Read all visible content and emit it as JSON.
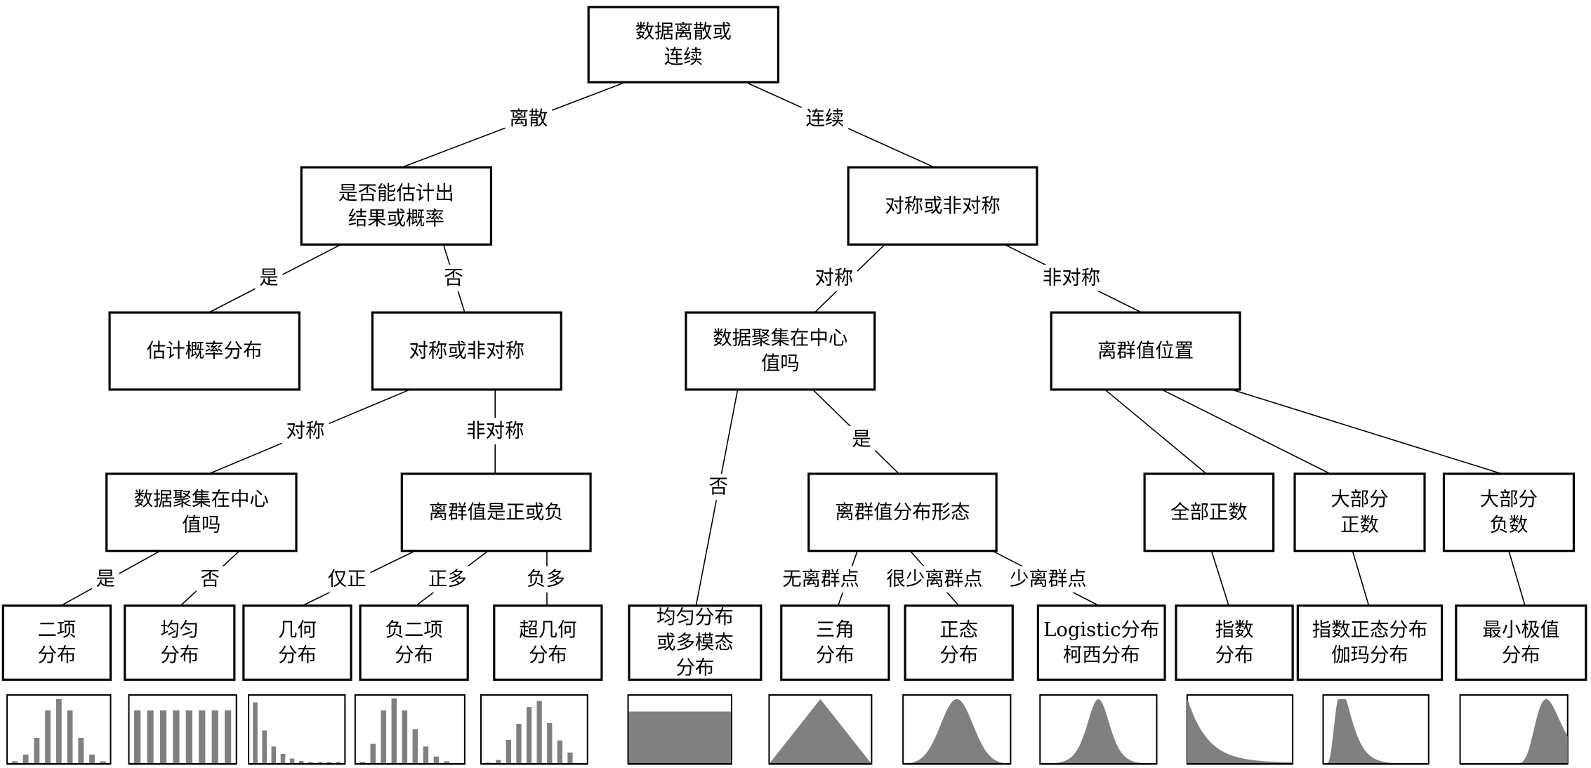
{
  "title": "数据分布类型选择决策树",
  "colors": {
    "line": "#000000",
    "fill": "#808080",
    "background": "#ffffff"
  },
  "nodes": {
    "root": [
      "数据离散或",
      "连续"
    ],
    "discrete_q": [
      "是否能估计出",
      "结果或概率"
    ],
    "cont_sym": [
      "对称或非对称"
    ],
    "est_prob": [
      "估计概率分布"
    ],
    "disc_sym": [
      "对称或非对称"
    ],
    "cont_center": [
      "数据聚集在中心",
      "值吗"
    ],
    "outlier_pos": [
      "离群值位置"
    ],
    "disc_center": [
      "数据聚集在中心",
      "值吗"
    ],
    "outlier_sign": [
      "离群值是正或负"
    ],
    "outlier_shape": [
      "离群值分布形态"
    ],
    "all_pos": [
      "全部正数"
    ],
    "most_pos": [
      "大部分",
      "正数"
    ],
    "most_neg": [
      "大部分",
      "负数"
    ],
    "binomial": [
      "二项",
      "分布"
    ],
    "uniform_d": [
      "均匀",
      "分布"
    ],
    "geometric": [
      "几何",
      "分布"
    ],
    "neg_binomial": [
      "负二项",
      "分布"
    ],
    "hypergeom": [
      "超几何",
      "分布"
    ],
    "uniform_multi": [
      "均匀分布",
      "或多模态",
      "分布"
    ],
    "triangular": [
      "三角",
      "分布"
    ],
    "normal": [
      "正态",
      "分布"
    ],
    "logistic": [
      "Logistic分布",
      "柯西分布"
    ],
    "exponential": [
      "指数",
      "分布"
    ],
    "lognormal": [
      "指数正态分布",
      "伽玛分布"
    ],
    "minextreme": [
      "最小极值",
      "分布"
    ]
  },
  "edges": {
    "discrete": "离散",
    "continuous": "连续",
    "yes1": "是",
    "no1": "否",
    "sym1": "对称",
    "asym1": "非对称",
    "sym2": "对称",
    "asym2": "非对称",
    "yes2": "是",
    "no2": "否",
    "only_pos": "仅正",
    "more_pos": "正多",
    "more_neg": "负多",
    "no3": "否",
    "yes3": "是",
    "no_outliers": "无离群点",
    "very_few_outliers": "很少离群点",
    "few_outliers": "少离群点"
  },
  "thumbnails": {
    "binomial": {
      "type": "bars",
      "values": [
        0.04,
        0.14,
        0.39,
        0.8,
        0.97,
        0.8,
        0.39,
        0.14,
        0.04
      ]
    },
    "uniform_d": {
      "type": "bars",
      "values": [
        0.8,
        0.8,
        0.8,
        0.8,
        0.8,
        0.8,
        0.8,
        0.8
      ]
    },
    "geometric": {
      "type": "bars",
      "values": [
        0.92,
        0.5,
        0.26,
        0.15,
        0.08,
        0.045,
        0.03,
        0.03,
        0.03,
        0.03
      ]
    },
    "neg_binomial": {
      "type": "bars",
      "values": [
        0.03,
        0.3,
        0.8,
        0.98,
        0.8,
        0.52,
        0.26,
        0.11,
        0.04,
        0.01
      ]
    },
    "hypergeom": {
      "type": "bars",
      "values": [
        0.02,
        0.06,
        0.36,
        0.6,
        0.85,
        0.94,
        0.61,
        0.35,
        0.17,
        0.01
      ]
    },
    "uniform_multi": {
      "type": "uniform",
      "level": 0.76
    },
    "triangular": {
      "type": "triangle",
      "peak": 0.94
    },
    "normal": {
      "type": "normal"
    },
    "logistic": {
      "type": "logistic"
    },
    "exponential": {
      "type": "exponential"
    },
    "lognormal": {
      "type": "lognormal"
    },
    "minextreme": {
      "type": "minextreme"
    }
  }
}
